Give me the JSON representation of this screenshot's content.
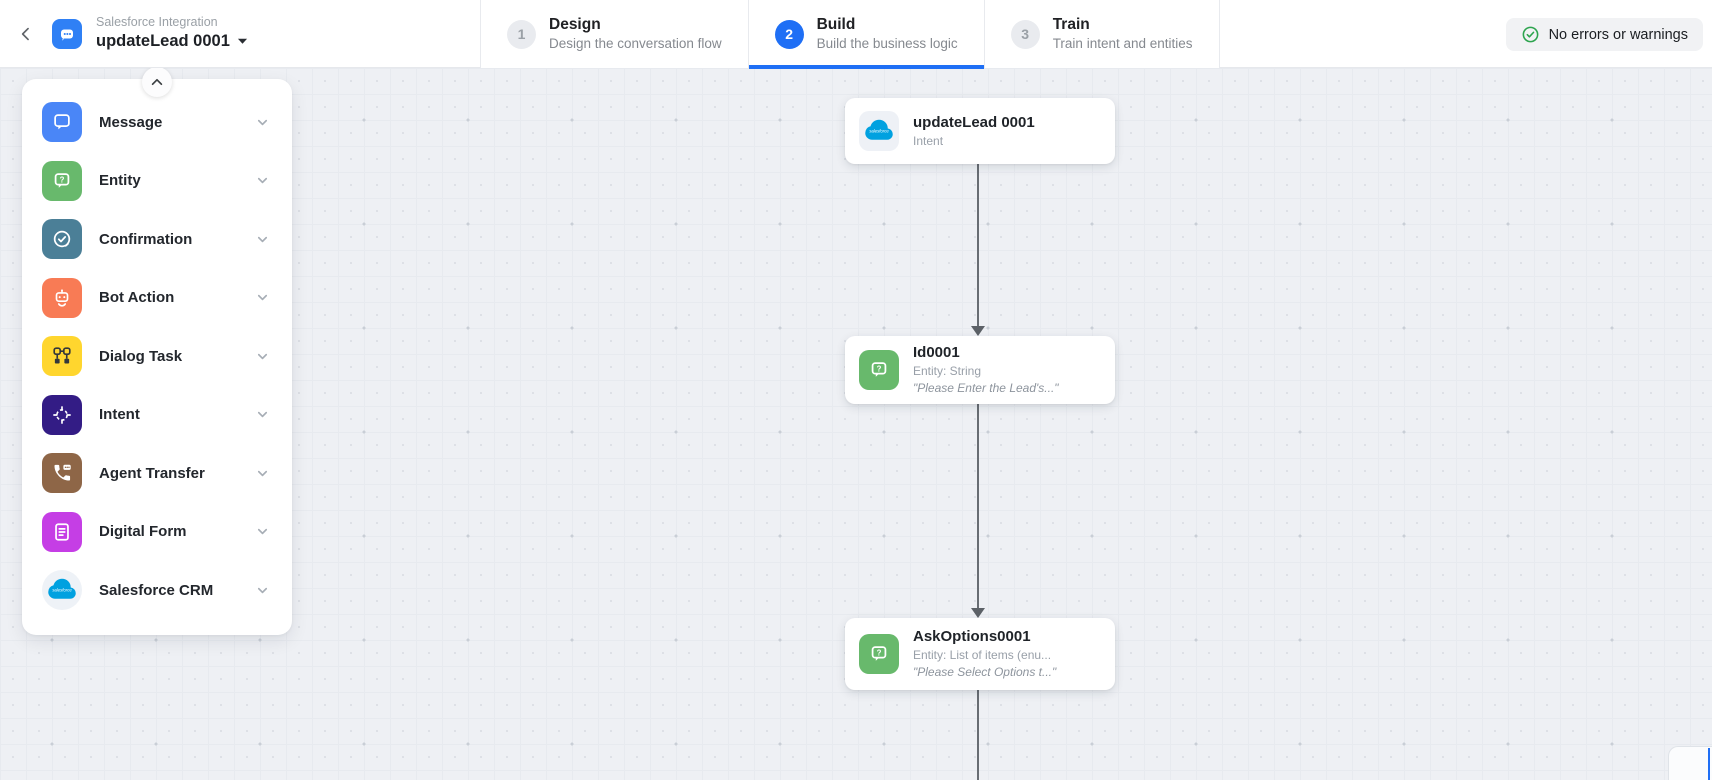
{
  "header": {
    "breadcrumb": "Salesforce Integration",
    "title": "updateLead 0001",
    "back_icon": "chevron-left-icon",
    "title_caret_icon": "caret-down-icon",
    "app_icon": "bot-app-icon",
    "steps": [
      {
        "number": "1",
        "label": "Design",
        "description": "Design the conversation flow",
        "active": false
      },
      {
        "number": "2",
        "label": "Build",
        "description": "Build the business logic",
        "active": true
      },
      {
        "number": "3",
        "label": "Train",
        "description": "Train intent and entities",
        "active": false
      }
    ],
    "status": {
      "label": "No errors or warnings",
      "icon": "check-circle-icon",
      "color": "#2da44e"
    }
  },
  "sidebar": {
    "collapse_icon": "chevron-up-icon",
    "items": [
      {
        "label": "Message",
        "icon": "message-icon",
        "color": "#4a86f7"
      },
      {
        "label": "Entity",
        "icon": "entity-icon",
        "color": "#68b96c"
      },
      {
        "label": "Confirmation",
        "icon": "confirmation-icon",
        "color": "#4b7f97"
      },
      {
        "label": "Bot Action",
        "icon": "bot-action-icon",
        "color": "#f87b55"
      },
      {
        "label": "Dialog Task",
        "icon": "dialog-task-icon",
        "color": "#ffd62e"
      },
      {
        "label": "Intent",
        "icon": "intent-icon",
        "color": "#331c85"
      },
      {
        "label": "Agent Transfer",
        "icon": "agent-transfer-icon",
        "color": "#8e6647"
      },
      {
        "label": "Digital Form",
        "icon": "digital-form-icon",
        "color": "#c53ee5"
      },
      {
        "label": "Salesforce CRM",
        "icon": "salesforce-icon",
        "color": "#00a1e0"
      }
    ]
  },
  "canvas": {
    "nodes": [
      {
        "title": "updateLead 0001",
        "type_label": "Intent",
        "quote": "",
        "icon": "salesforce-icon"
      },
      {
        "title": "Id0001",
        "type_label": "Entity: String",
        "quote": "\"Please Enter the Lead's...\"",
        "icon": "entity-icon"
      },
      {
        "title": "AskOptions0001",
        "type_label": "Entity: List of items (enu...",
        "quote": "\"Please Select Options t...\"",
        "icon": "entity-icon"
      }
    ]
  },
  "colors": {
    "accent_blue": "#1f6ff5",
    "success_green": "#2da44e",
    "salesforce_blue": "#00a1e0",
    "canvas_background": "#eef0f4"
  }
}
